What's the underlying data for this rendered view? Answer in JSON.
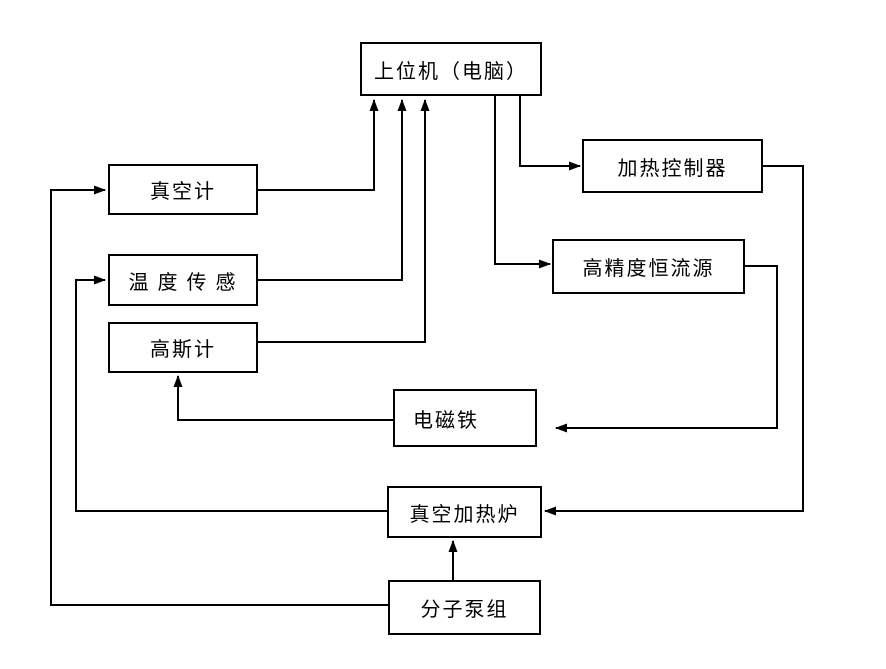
{
  "diagram": {
    "background_color": "#ffffff",
    "line_color": "#000000",
    "box_border_color": "#000000",
    "nodes": {
      "host": {
        "label": "上位机（电脑）"
      },
      "vacuum_gauge": {
        "label": "真空计"
      },
      "temp_sensor": {
        "label": "温 度 传 感"
      },
      "gauss_meter": {
        "label": "高斯计"
      },
      "heat_controller": {
        "label": "加热控制器"
      },
      "current_source": {
        "label": "高精度恒流源"
      },
      "electromagnet": {
        "label": "电磁铁"
      },
      "vacuum_furnace": {
        "label": "真空加热炉"
      },
      "pump_group": {
        "label": "分子泵组"
      }
    },
    "edges": [
      {
        "from": "vacuum_gauge",
        "to": "host"
      },
      {
        "from": "temp_sensor",
        "to": "host"
      },
      {
        "from": "gauss_meter",
        "to": "host"
      },
      {
        "from": "host",
        "to": "heat_controller"
      },
      {
        "from": "host",
        "to": "current_source"
      },
      {
        "from": "heat_controller",
        "to": "vacuum_furnace"
      },
      {
        "from": "current_source",
        "to": "electromagnet"
      },
      {
        "from": "electromagnet",
        "to": "gauss_meter"
      },
      {
        "from": "vacuum_furnace",
        "to": "temp_sensor"
      },
      {
        "from": "pump_group",
        "to": "vacuum_gauge"
      },
      {
        "from": "pump_group",
        "to": "vacuum_furnace"
      }
    ]
  }
}
